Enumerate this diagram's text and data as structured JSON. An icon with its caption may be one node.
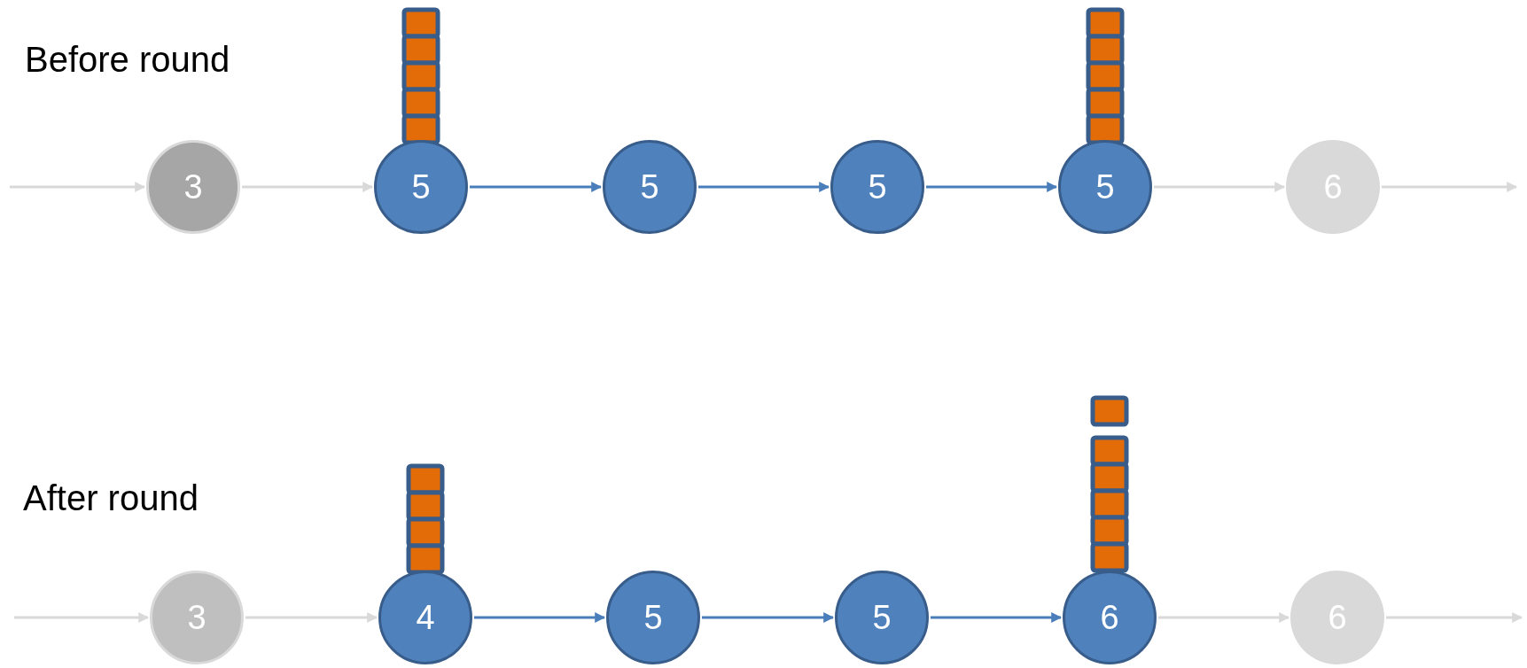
{
  "diagram": {
    "nodes": [
      {
        "text": [
          "3"
        ]
      },
      {
        "text": [
          "5"
        ]
      },
      {
        "text": [
          "5"
        ]
      },
      {
        "text": [
          "5"
        ]
      },
      {
        "text": [
          "5"
        ]
      },
      {
        "text": [
          "6"
        ]
      },
      {
        "text": [
          "3"
        ]
      },
      {
        "text": [
          "4"
        ]
      },
      {
        "text": [
          "5"
        ]
      },
      {
        "text": [
          "5"
        ]
      },
      {
        "text": [
          "6"
        ]
      },
      {
        "text": [
          "6"
        ]
      }
    ],
    "edges": [
      {
        "from": null,
        "to": 0,
        "arrow": "to"
      },
      {
        "from": 0,
        "to": 1,
        "arrow": "to"
      },
      {
        "from": 1,
        "to": 2,
        "arrow": "to",
        "color": "#4a7ebb"
      },
      {
        "from": 2,
        "to": 3,
        "arrow": "to",
        "color": "#4a7ebb"
      },
      {
        "from": 3,
        "to": 4,
        "arrow": "to",
        "color": "#4a7ebb"
      },
      {
        "from": 4,
        "to": 5,
        "arrow": "to"
      },
      {
        "from": 5,
        "to": null,
        "arrow": "to"
      },
      {
        "from": null,
        "to": 6,
        "arrow": "to"
      },
      {
        "from": 6,
        "to": 7,
        "arrow": "to"
      },
      {
        "from": 7,
        "to": 8,
        "arrow": "to",
        "color": "#4a7ebb"
      },
      {
        "from": 8,
        "to": 9,
        "arrow": "to",
        "color": "#4a7ebb"
      },
      {
        "from": 9,
        "to": 10,
        "arrow": "to",
        "color": "#4a7ebb"
      },
      {
        "from": 10,
        "to": 11,
        "arrow": "to"
      },
      {
        "from": 11,
        "to": null,
        "arrow": "to"
      }
    ],
    "labels": [
      "Before round",
      "After round"
    ]
  }
}
